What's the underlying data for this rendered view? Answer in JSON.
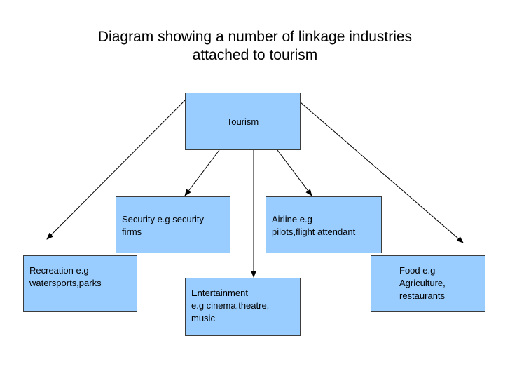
{
  "title": {
    "line1": "Diagram showing a number of  linkage industries",
    "line2": "attached to tourism"
  },
  "nodes": {
    "tourism": {
      "lines": [
        "Tourism"
      ]
    },
    "security": {
      "lines": [
        "Security e.g security",
        "firms"
      ]
    },
    "airline": {
      "lines": [
        "Airline e.g",
        "pilots,flight attendant"
      ]
    },
    "recreation": {
      "lines": [
        "Recreation e.g",
        "watersports,parks"
      ]
    },
    "food": {
      "lines": [
        "Food e.g",
        "Agriculture,",
        "restaurants"
      ]
    },
    "entertainment": {
      "lines": [
        "Entertainment",
        "e.g cinema,theatre,",
        "music"
      ]
    }
  },
  "edges": [
    {
      "from": "tourism",
      "to": "recreation"
    },
    {
      "from": "tourism",
      "to": "security"
    },
    {
      "from": "tourism",
      "to": "entertainment"
    },
    {
      "from": "tourism",
      "to": "airline"
    },
    {
      "from": "tourism",
      "to": "food"
    }
  ],
  "colors": {
    "node_fill": "#99ccff",
    "node_border": "#3c3c3c",
    "arrow": "#000000"
  }
}
